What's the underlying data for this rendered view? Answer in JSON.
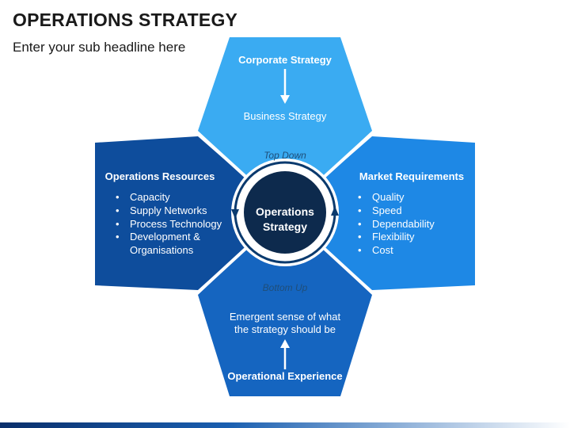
{
  "title": "OPERATIONS STRATEGY",
  "subtitle": "Enter your sub headline here",
  "center": {
    "label": "Operations Strategy"
  },
  "top": {
    "heading": "Corporate Strategy",
    "text": "Business Strategy",
    "flow_label": "Top Down"
  },
  "left": {
    "heading": "Operations Resources",
    "items": [
      "Capacity",
      "Supply Networks",
      "Process Technology",
      "Development & Organisations"
    ]
  },
  "right": {
    "heading": "Market Requirements",
    "items": [
      "Quality",
      "Speed",
      "Dependability",
      "Flexibility",
      "Cost"
    ]
  },
  "bottom": {
    "heading": "Operational Experience",
    "text": "Emergent sense of what the strategy should be",
    "flow_label": "Bottom Up"
  },
  "colors": {
    "top": "#3aabf2",
    "left": "#0e4d9c",
    "right": "#1e88e5",
    "bottom": "#1565c0",
    "center": "#0d2a4d",
    "ring": "#0a3a6e",
    "flow_text": "#1f4e79"
  }
}
